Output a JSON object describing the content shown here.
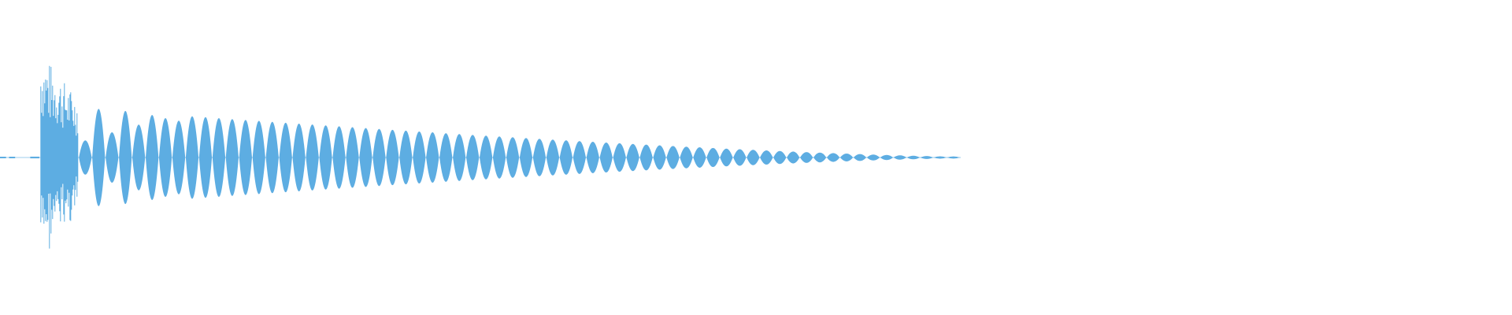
{
  "colors": {
    "background": "#ffffff",
    "waveform": "#5dade2"
  },
  "chart_data": {
    "type": "area",
    "title": "",
    "xlabel": "",
    "ylabel": "",
    "grid": false,
    "legend": "none",
    "description_of_signal": "",
    "ylim": [
      -1,
      1
    ],
    "xlim": [
      0,
      1
    ],
    "series": [
      {
        "name": "",
        "segments": [
          {
            "x": [
              0.0,
              0.004
            ],
            "peak": 0.005
          },
          {
            "x": [
              0.006,
              0.01
            ],
            "peak": 0.006
          },
          {
            "x": [
              0.02,
              0.026
            ],
            "peak": 0.008
          }
        ],
        "onset_x": 0.027,
        "onset_burst": {
          "x_end": 0.052,
          "peak": 1.0,
          "end_peak": 0.55
        },
        "pulses": {
          "x_start": 0.052,
          "x_end": 0.635,
          "count": 66,
          "peak_start": 0.46,
          "peak_mid": 0.38,
          "peak_end": 0.01
        }
      }
    ]
  }
}
